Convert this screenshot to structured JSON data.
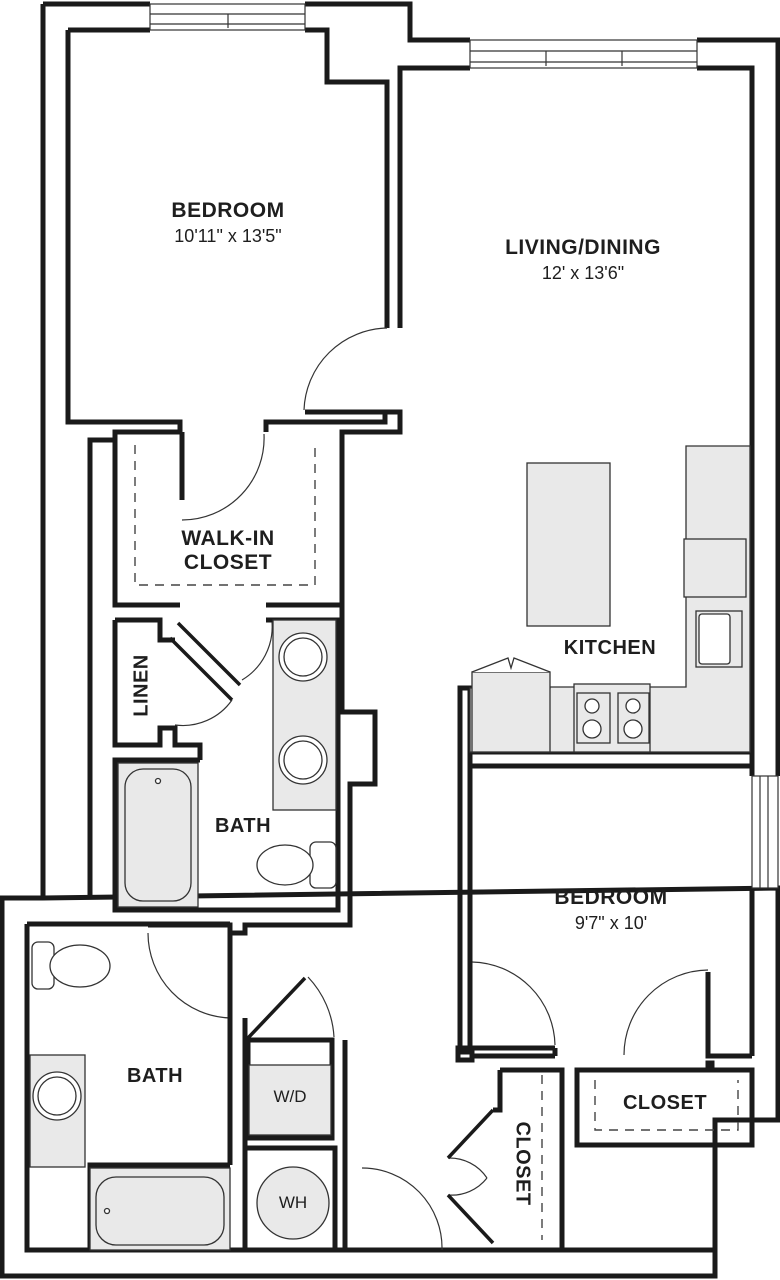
{
  "plan": {
    "type": "floor-plan",
    "colors": {
      "wall": "#1a1a1a",
      "fixture_fill": "#e9e9e9",
      "background": "#ffffff"
    }
  },
  "rooms": {
    "bedroom_main": {
      "name": "BEDROOM",
      "dimensions": "10'11\" x 13'5\""
    },
    "living_dining": {
      "name": "LIVING/DINING",
      "dimensions": "12' x 13'6\""
    },
    "walk_in_closet": {
      "name_line1": "WALK-IN",
      "name_line2": "CLOSET"
    },
    "linen": {
      "name": "LINEN"
    },
    "bath_main": {
      "name": "BATH"
    },
    "kitchen": {
      "name": "KITCHEN"
    },
    "bedroom_second": {
      "name": "BEDROOM",
      "dimensions": "9'7\" x 10'"
    },
    "bath_second": {
      "name": "BATH"
    },
    "laundry": {
      "name": "W/D"
    },
    "water_heater": {
      "name": "WH"
    },
    "closet_hall": {
      "name": "CLOSET"
    },
    "closet_bedroom": {
      "name": "CLOSET"
    }
  }
}
